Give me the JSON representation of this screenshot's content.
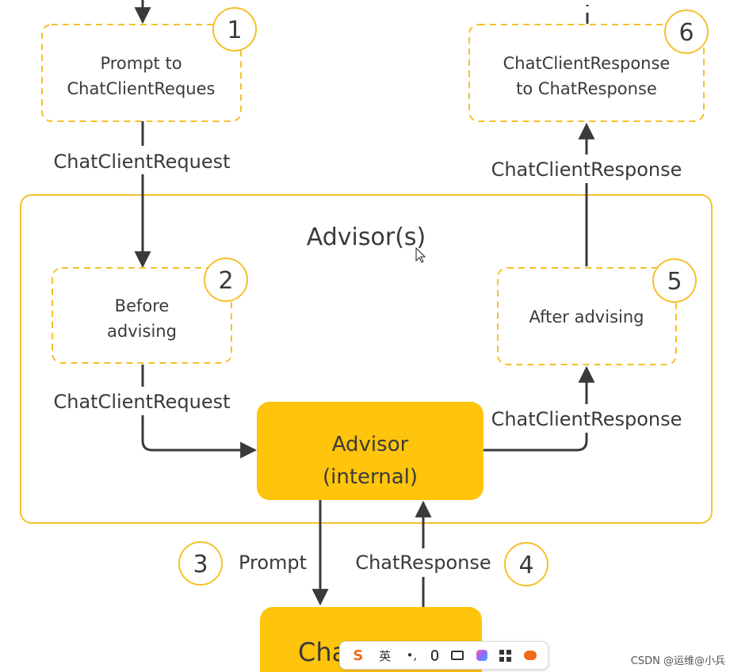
{
  "colors": {
    "accent": "#f6c02b",
    "accent_fill": "#ffc40c",
    "line": "#3a3a3a"
  },
  "steps": {
    "s1": {
      "number": "1",
      "line1": "Prompt to",
      "line2": "ChatClientReques"
    },
    "s2": {
      "number": "2",
      "line1": "Before",
      "line2": "advising"
    },
    "s3": {
      "number": "3"
    },
    "s4": {
      "number": "4"
    },
    "s5": {
      "number": "5",
      "line1": "After advising"
    },
    "s6": {
      "number": "6",
      "line1": "ChatClientResponse",
      "line2": "to ChatResponse"
    }
  },
  "advisors": {
    "group_title": "Advisor(s)",
    "internal_line1": "Advisor",
    "internal_line2": "(internal)"
  },
  "model": {
    "label_partial": "Cha"
  },
  "edge_labels": {
    "request_top": "ChatClientRequest",
    "request_mid": "ChatClientRequest",
    "response_top": "ChatClientResponse",
    "response_mid": "ChatClientResponse",
    "prompt": "Prompt",
    "chat_response": "ChatResponse"
  },
  "ime_toolbar": {
    "brand": "S",
    "lang": "英",
    "punct": "•,"
  },
  "watermark": "CSDN @运维@小兵"
}
